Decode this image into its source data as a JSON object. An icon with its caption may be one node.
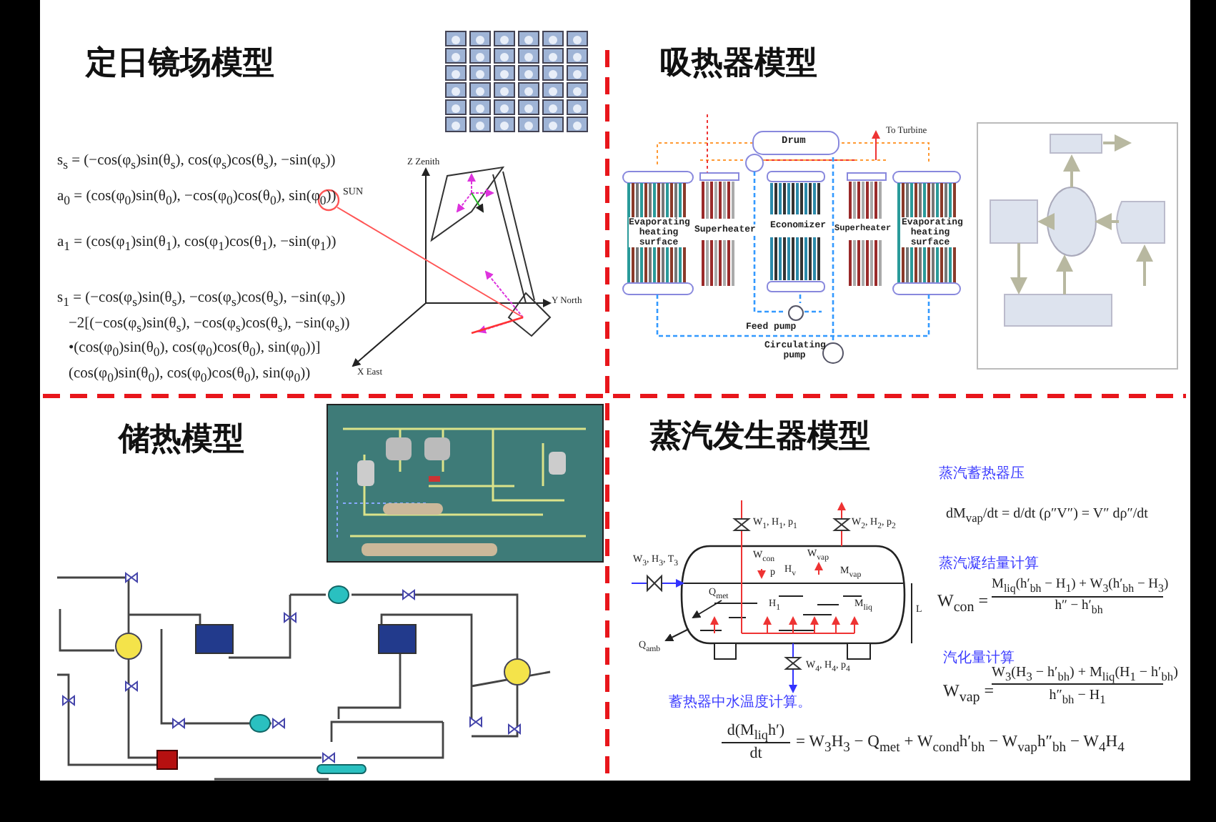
{
  "diagram": {
    "labels": [
      "定日镜场模型",
      "吸热器模型",
      "s$_{s}$ = (−cos(φ$_{s}$)sin(θ$_{s}$), cos(φ$_{s}$)cos(θ$_{s}$), −sin(φ$_{s}$))",
      "a$_{0}$ = (cos(φ$_{0}$)sin(θ$_{0}$), −cos(φ$_{0}$)cos(θ$_{0}$), sin(φ$_{0}$))",
      "SUN",
      "Z Zenith",
      "a$_{1}$ = (cos(φ$_{1}$)sin(θ$_{1}$), cos(φ$_{1}$)cos(θ$_{1}$), −sin(φ$_{1}$))",
      "s$_{1}$ = (−cos(φ$_{s}$)sin(θ$_{s}$), −cos(φ$_{s}$)cos(θ$_{s}$), −sin(φ$_{s}$))",
      "−2[(−cos(φ$_{s}$)sin(θ$_{s}$), −cos(φ$_{s}$)cos(θ$_{s}$), −sin(φ$_{s}$))",
      "•(cos(φ$_{0}$)sin(θ$_{0}$), cos(φ$_{0}$)cos(θ$_{0}$), sin(φ$_{0}$))]",
      "(cos(φ$_{0}$)sin(θ$_{0}$), cos(φ$_{0}$)cos(θ$_{0}$), sin(φ$_{0}$))",
      "Y North",
      "X East",
      "Drum",
      "To Turbine",
      "Evaporating heating surface",
      "Superheater",
      "Economizer",
      "Superheater",
      "Evaporating heating surface",
      "Feed pump",
      "Circulating pump",
      "储热模型",
      "蒸汽发生器模型",
      "蒸汽蓄热器压",
      "dM$_{vap}$/dt = d/dt (ρ″V″) = V″ dρ″/dt",
      "W$_{1}$, H$_{1}$, p$_{1}$",
      "W$_{2}$, H$_{2}$, p$_{2}$",
      "W$_{3}$, H$_{3}$, T$_{3}$",
      "W$_{con}$",
      "W$_{vap}$",
      "p",
      "H$_{v}$",
      "M$_{vap}$",
      "Q$_{met}$",
      "H$_{1}$",
      "M$_{liq}$",
      "L",
      "Q$_{amb}$",
      "蒸汽凝结量计算",
      "W$_{con}$ =",
      "M$_{liq}$(h′$_{bh}$ − H$_{1}$) + W$_{3}$(h′$_{bh}$ − H$_{3}$)",
      "h″ − h′$_{bh}$",
      "汽化量计算",
      "W$_{vap}$ =",
      "W$_{3}$(H$_{3}$ − h′$_{bh}$) + M$_{liq}$(H$_{1}$ − h′$_{bh}$)",
      "h″$_{bh}$ − H$_{1}$",
      "W$_{4}$, H$_{4}$, p$_{4}$",
      "蓄热器中水温度计算。",
      "d(M$_{liq}$h′)",
      "dt",
      "= W$_{3}$H$_{3}$ − Q$_{met}$ + W$_{cond}$h′$_{bh}$ − W$_{vap}$h″$_{bh}$ − W$_{4}$H$_{4}$"
    ]
  }
}
